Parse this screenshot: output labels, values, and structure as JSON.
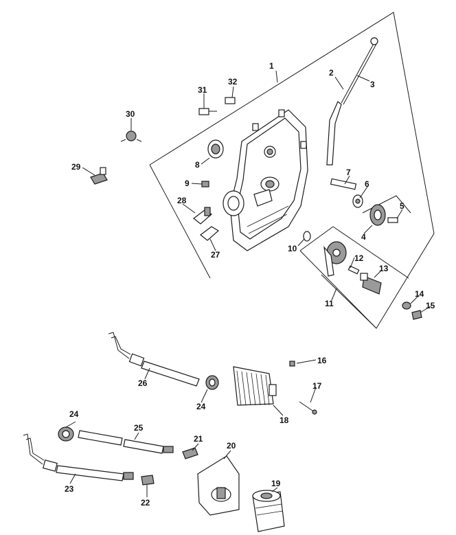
{
  "parts": [
    {
      "key": "p1",
      "label": "1"
    },
    {
      "key": "p2",
      "label": "2"
    },
    {
      "key": "p3",
      "label": "3"
    },
    {
      "key": "p4",
      "label": "4"
    },
    {
      "key": "p5",
      "label": "5"
    },
    {
      "key": "p6",
      "label": "6"
    },
    {
      "key": "p7",
      "label": "7"
    },
    {
      "key": "p8",
      "label": "8"
    },
    {
      "key": "p9",
      "label": "9"
    },
    {
      "key": "p10",
      "label": "10"
    },
    {
      "key": "p11",
      "label": "11"
    },
    {
      "key": "p12",
      "label": "12"
    },
    {
      "key": "p13",
      "label": "13"
    },
    {
      "key": "p14",
      "label": "14"
    },
    {
      "key": "p15",
      "label": "15"
    },
    {
      "key": "p16",
      "label": "16"
    },
    {
      "key": "p17",
      "label": "17"
    },
    {
      "key": "p18",
      "label": "18"
    },
    {
      "key": "p19",
      "label": "19"
    },
    {
      "key": "p20",
      "label": "20"
    },
    {
      "key": "p21",
      "label": "21"
    },
    {
      "key": "p22",
      "label": "22"
    },
    {
      "key": "p23",
      "label": "23"
    },
    {
      "key": "p24a",
      "label": "24"
    },
    {
      "key": "p24b",
      "label": "24"
    },
    {
      "key": "p25",
      "label": "25"
    },
    {
      "key": "p26",
      "label": "26"
    },
    {
      "key": "p27",
      "label": "27"
    },
    {
      "key": "p28",
      "label": "28"
    },
    {
      "key": "p29",
      "label": "29"
    },
    {
      "key": "p30",
      "label": "30"
    },
    {
      "key": "p31",
      "label": "31"
    },
    {
      "key": "p32",
      "label": "32"
    }
  ]
}
